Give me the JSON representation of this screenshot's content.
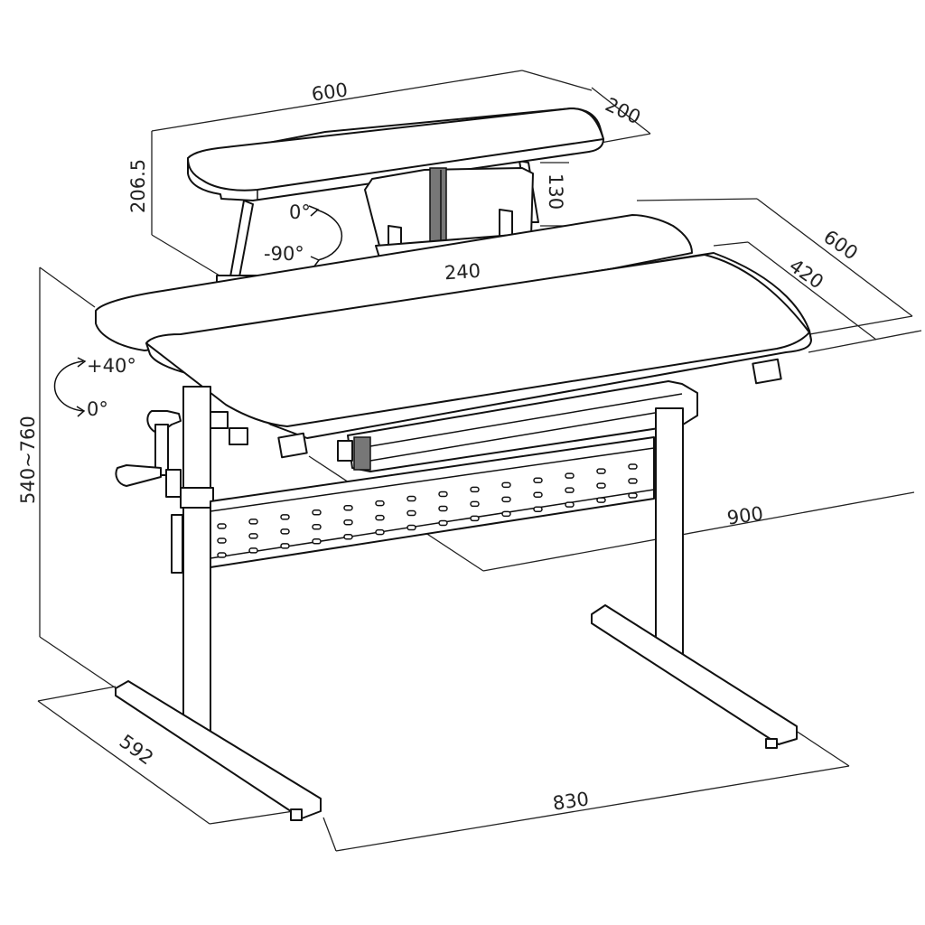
{
  "dimensions": {
    "shelf_width": "600",
    "shelf_depth": "200",
    "shelf_height": "206.5",
    "bookstand_height": "130",
    "bookstand_width": "240",
    "desk_depth": "600",
    "tilt_top_depth": "420",
    "desk_width": "900",
    "height_range": "540~760",
    "base_depth": "592",
    "base_width": "830"
  },
  "angles": {
    "bookstand_upper": "0°",
    "bookstand_lower": "-90°",
    "tilt_upper": "+40°",
    "tilt_lower": "0°"
  },
  "colors": {
    "line": "#111111",
    "accent_gray": "#777777",
    "background": "#ffffff"
  }
}
